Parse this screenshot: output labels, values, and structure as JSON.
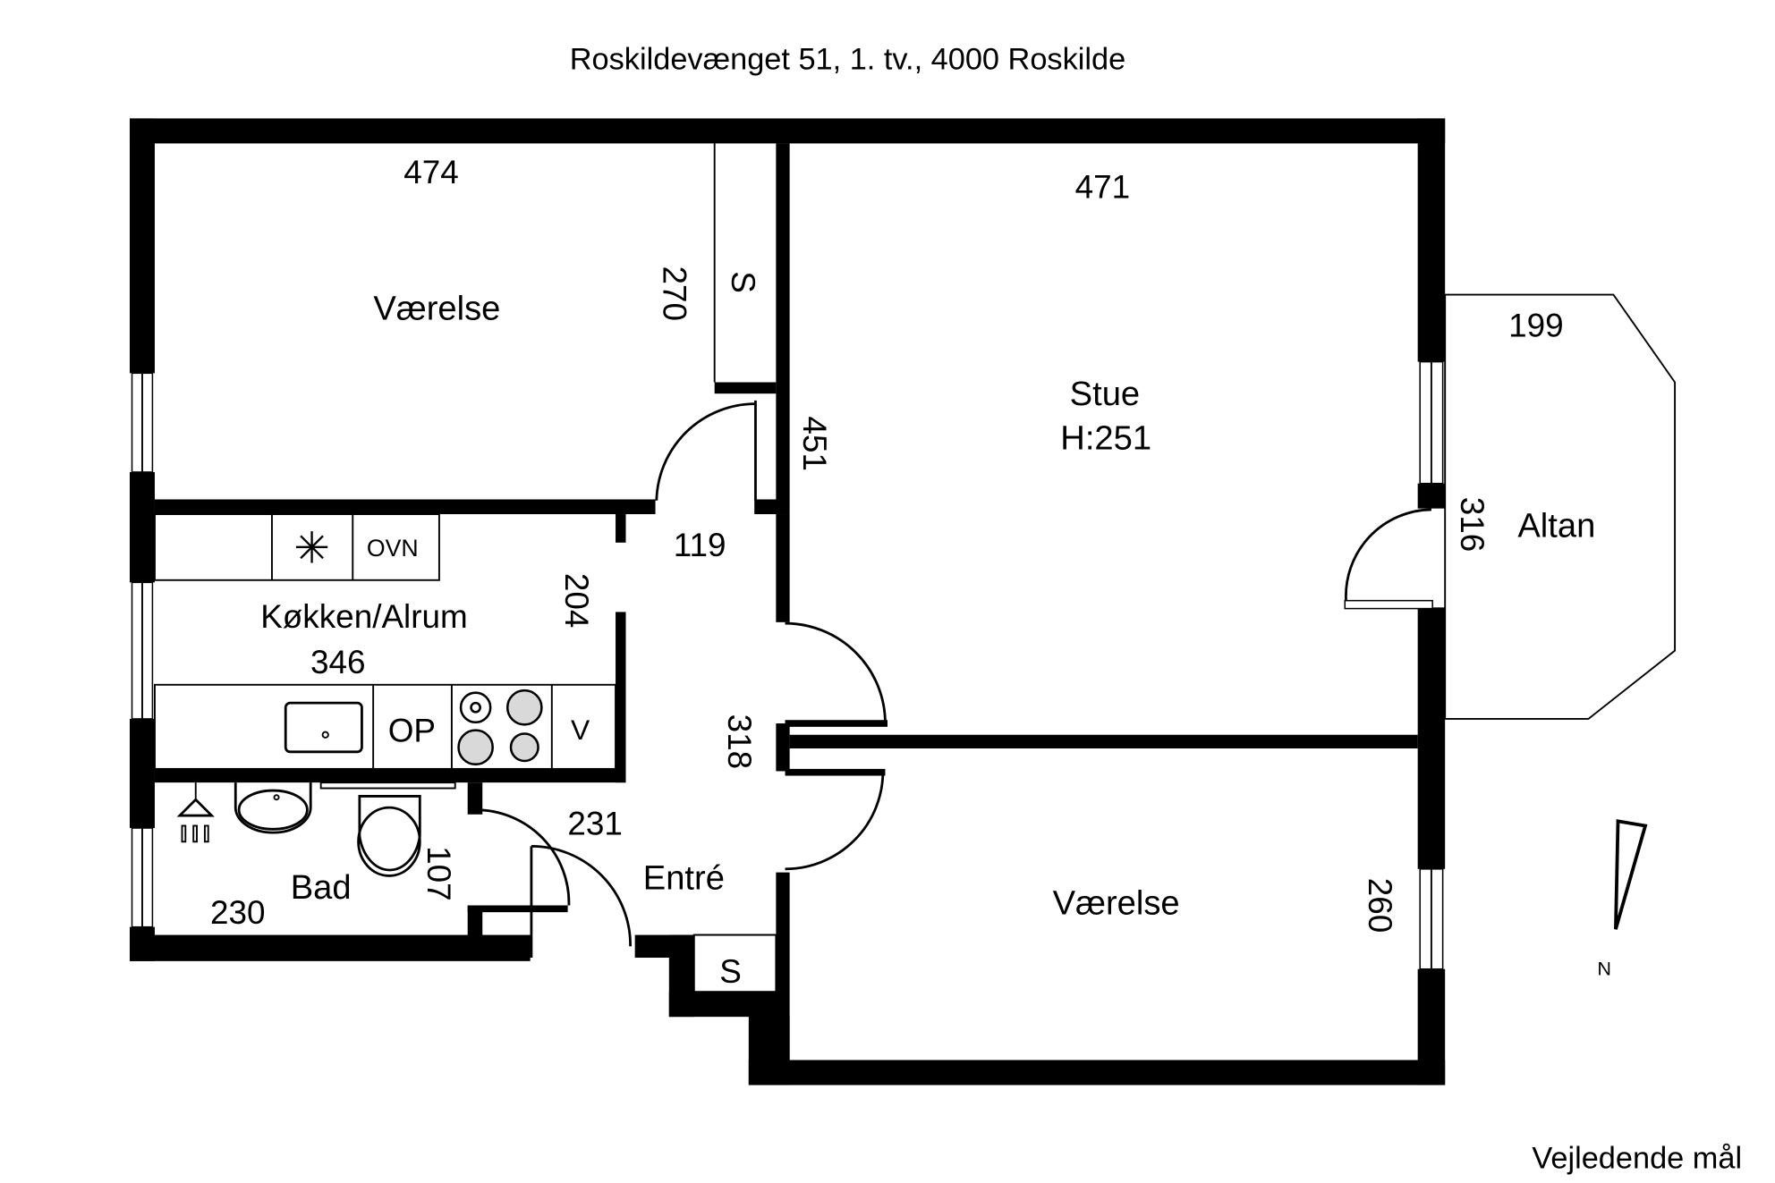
{
  "title": "Roskildevænget 51, 1. tv., 4000 Roskilde",
  "footer_note": "Vejledende mål",
  "compass": {
    "label": "N"
  },
  "colors": {
    "wall": "#000000",
    "background": "#ffffff",
    "hob_ring": "#d9d9d9"
  },
  "rooms": {
    "bedroom_top": {
      "name": "Værelse",
      "width": "474",
      "depth": "270"
    },
    "closet_top": {
      "name": "S"
    },
    "living": {
      "name": "Stue",
      "height": "H:251",
      "width": "471",
      "depth": "451"
    },
    "balcony": {
      "name": "Altan",
      "width": "199",
      "depth": "316"
    },
    "kitchen": {
      "name": "Køkken/Alrum",
      "width": "346",
      "depth": "204",
      "appliances": {
        "extractor": "✳",
        "oven": "OVN",
        "dishwasher": "OP",
        "washer": "V"
      }
    },
    "hall_passage": {
      "width": "119"
    },
    "entrance": {
      "name": "Entré",
      "width": "231",
      "depth": "318"
    },
    "closet_entrance": {
      "name": "S"
    },
    "bathroom": {
      "name": "Bad",
      "width": "230",
      "depth": "107"
    },
    "bedroom_bottom": {
      "name": "Værelse",
      "depth": "260"
    }
  }
}
